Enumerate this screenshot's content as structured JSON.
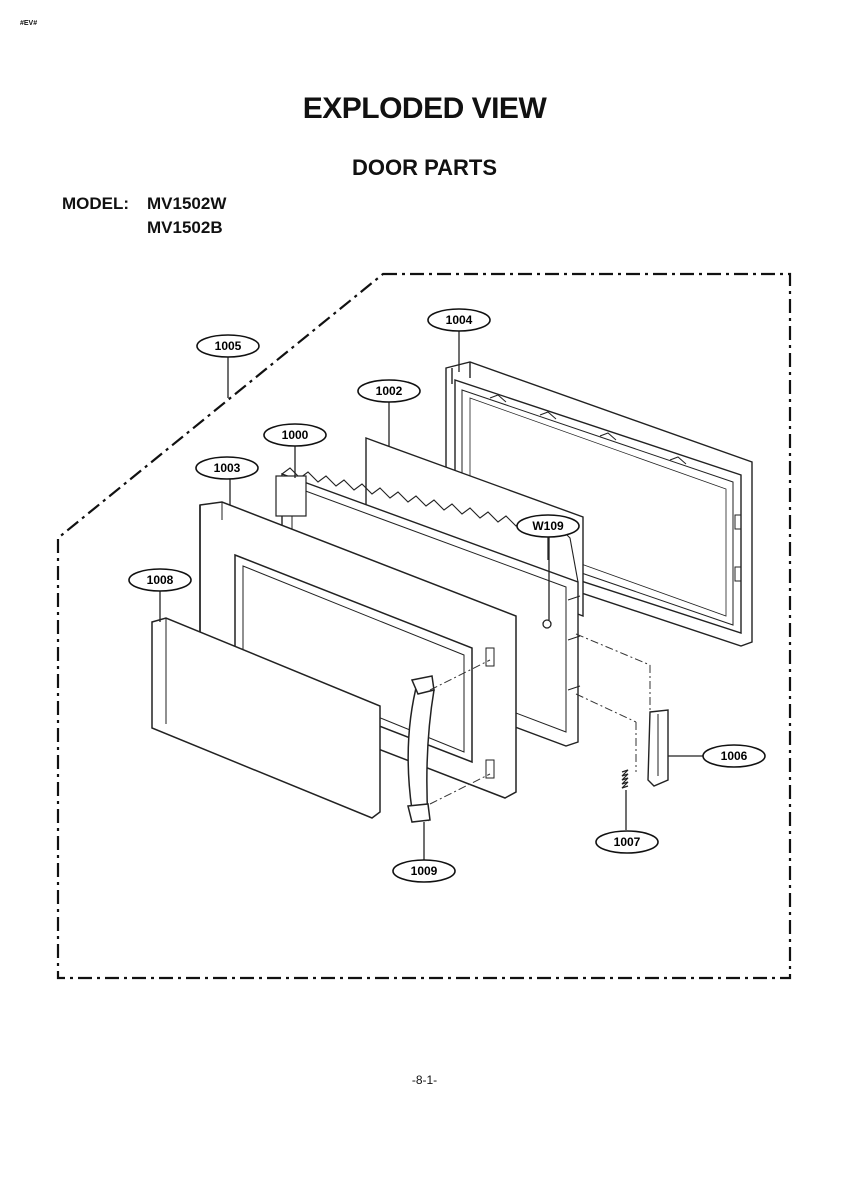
{
  "doc_tag": "#EV#",
  "title": "EXPLODED VIEW",
  "subtitle": "DOOR PARTS",
  "model": {
    "label": "MODEL:",
    "numbers": [
      "MV1502W",
      "MV1502B"
    ]
  },
  "callouts": [
    {
      "id": "1004"
    },
    {
      "id": "1005"
    },
    {
      "id": "1002"
    },
    {
      "id": "1000"
    },
    {
      "id": "1003"
    },
    {
      "id": "W109"
    },
    {
      "id": "1008"
    },
    {
      "id": "1006"
    },
    {
      "id": "1007"
    },
    {
      "id": "1009"
    }
  ],
  "page_number": "-8-1-"
}
